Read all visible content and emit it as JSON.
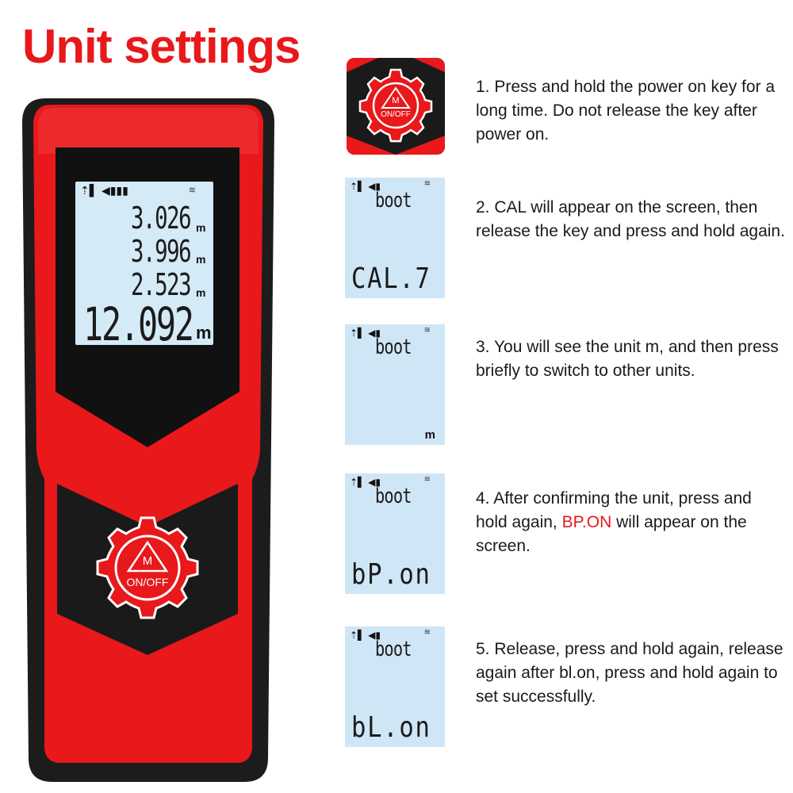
{
  "title": "Unit settings",
  "colors": {
    "accent": "#e8181b",
    "device_body": "#e8181b",
    "device_rubber": "#1c1c1c",
    "lcd": "#d4eaf7"
  },
  "device": {
    "readings": [
      "3.026",
      "3.996",
      "2.523"
    ],
    "main_reading": "12.092",
    "unit": "m",
    "button_top": "M",
    "button_bottom": "ON/OFF"
  },
  "thumb": {
    "button_top": "M",
    "button_bottom": "ON/OFF"
  },
  "screens": [
    {
      "boot": "boot",
      "big": "CAL.7",
      "unit": ""
    },
    {
      "boot": "boot",
      "big": "",
      "unit": "m"
    },
    {
      "boot": "boot",
      "big": "bP.on",
      "unit": ""
    },
    {
      "boot": "boot",
      "big": "bL.on",
      "unit": ""
    }
  ],
  "steps": [
    "1. Press and hold the power on key for a long time. Do not release the key after power on.",
    "2. CAL will appear on the screen, then release the key and press and hold again.",
    "3. You will see the unit m, and then press briefly to switch to other units.",
    {
      "before": "4. After confirming the unit, press and hold again, ",
      "highlight": "BP.ON",
      "after": " will appear on the screen."
    },
    "5. Release, press and hold again, release again after bl.on, press and hold again to set successfully."
  ]
}
